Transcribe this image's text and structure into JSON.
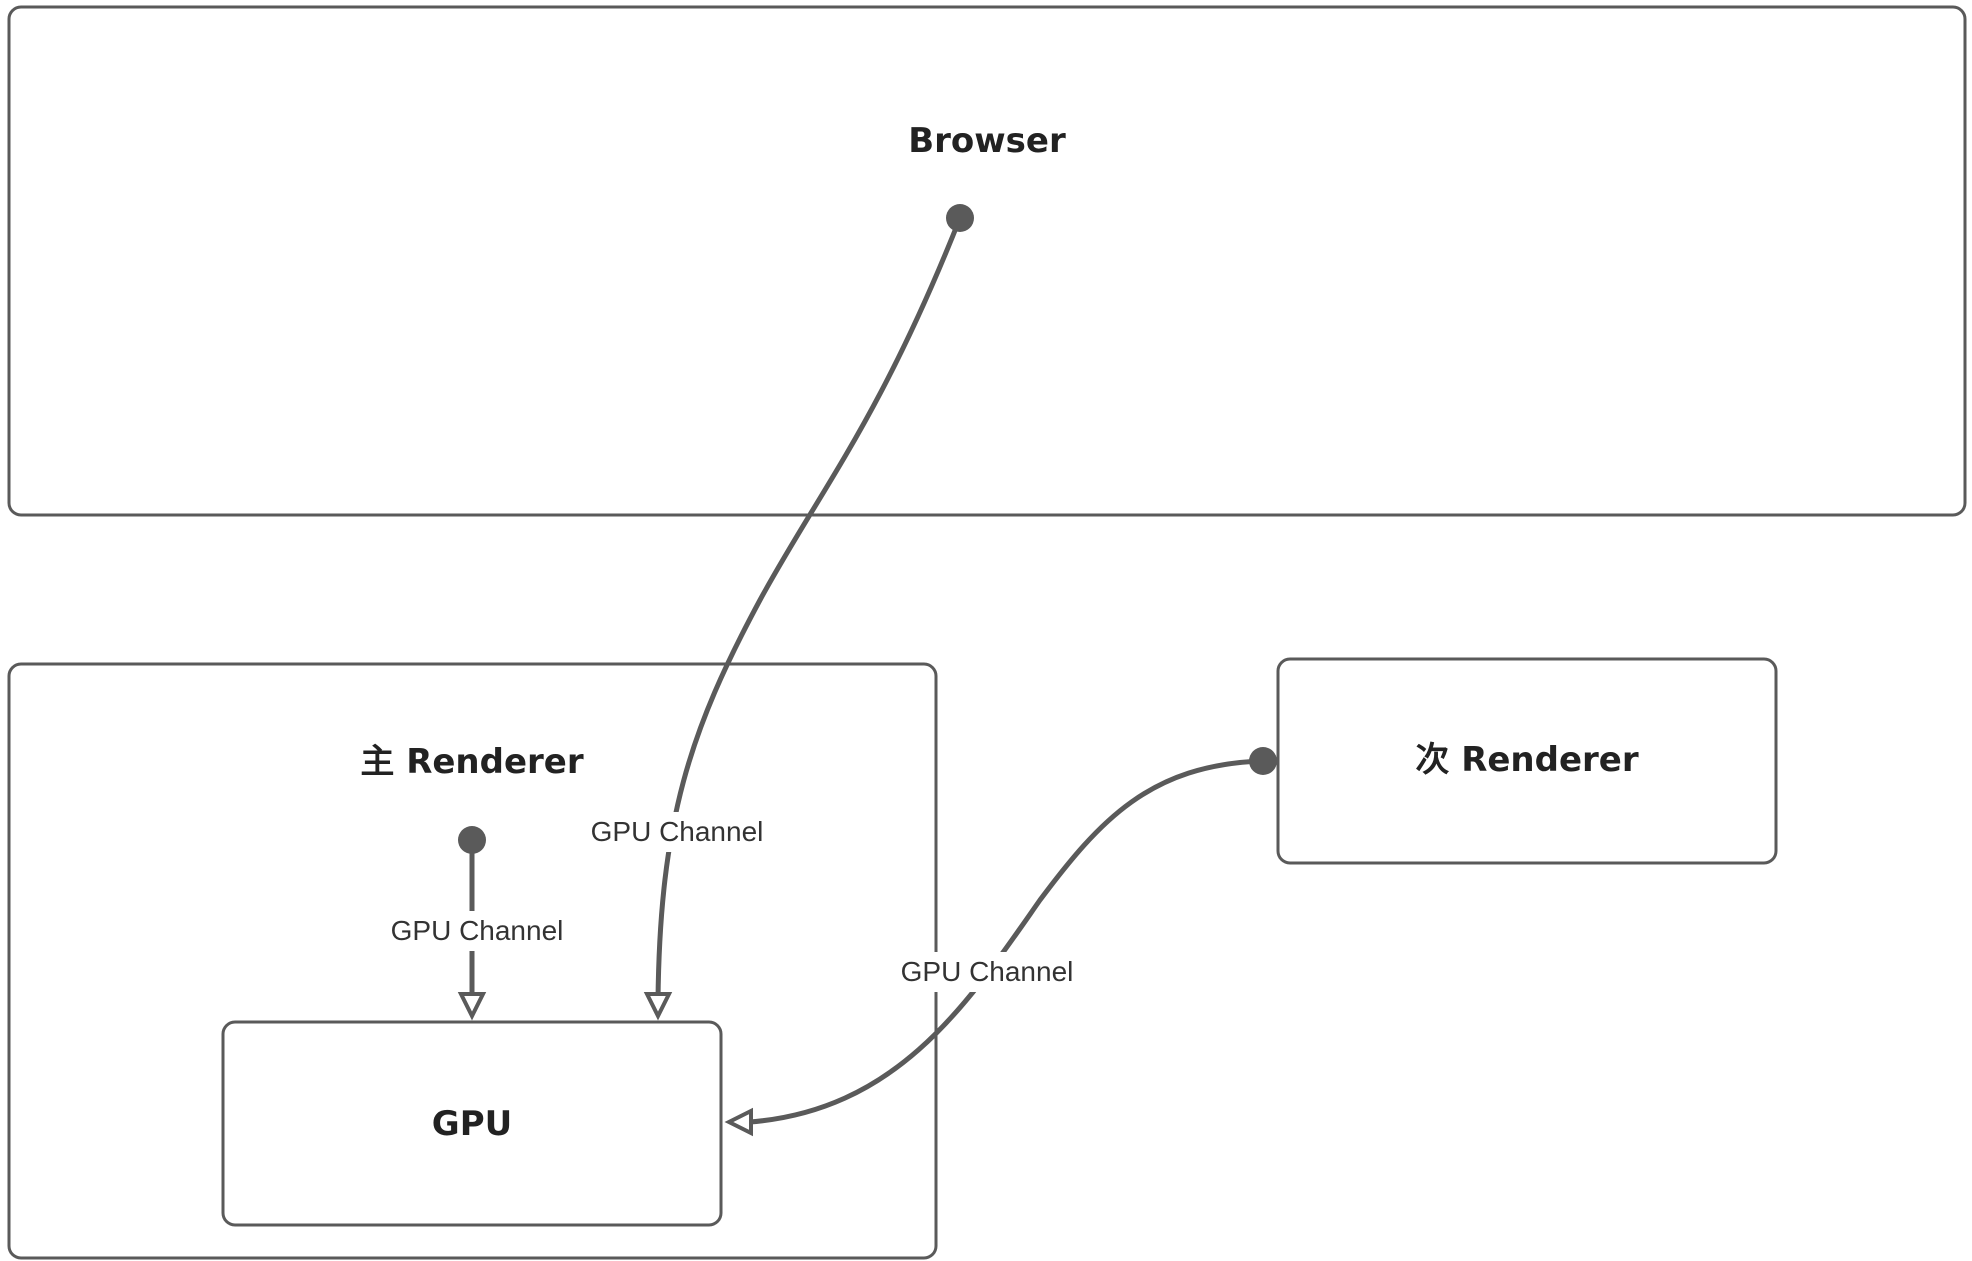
{
  "nodes": {
    "browser": {
      "label": "Browser"
    },
    "main_renderer": {
      "label": "主 Renderer"
    },
    "gpu": {
      "label": "GPU"
    },
    "secondary_renderer": {
      "label": "次 Renderer"
    }
  },
  "edges": [
    {
      "from": "browser",
      "to": "gpu",
      "label": "GPU Channel"
    },
    {
      "from": "main_renderer",
      "to": "gpu",
      "label": "GPU Channel"
    },
    {
      "from": "secondary_renderer",
      "to": "gpu",
      "label": "GPU Channel"
    }
  ],
  "colors": {
    "stroke": "#5a5a5a",
    "text": "#222222",
    "background": "#ffffff"
  }
}
